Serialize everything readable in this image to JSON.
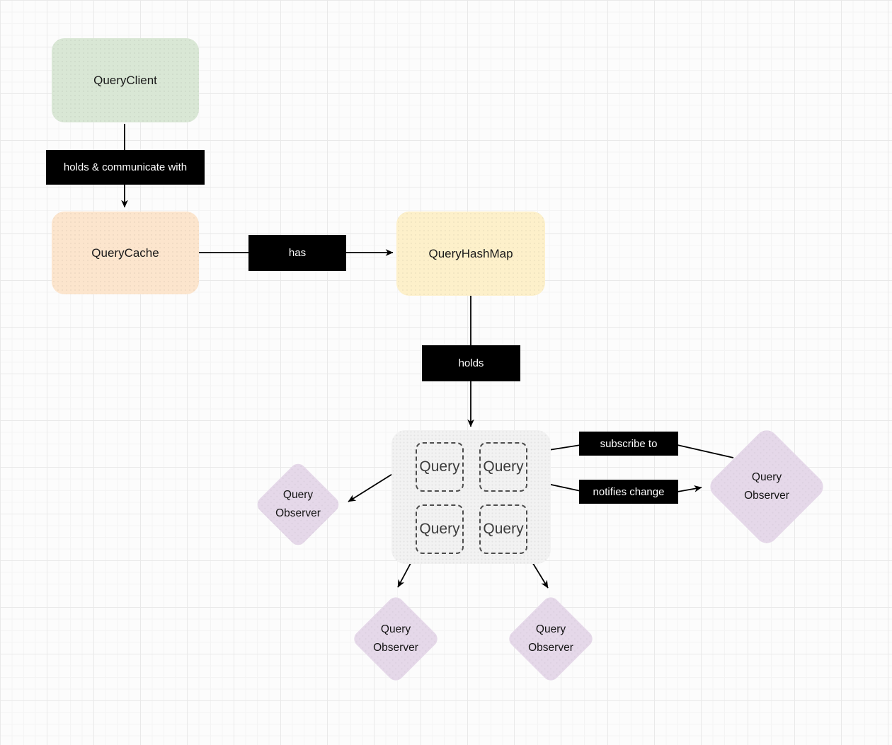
{
  "diagram": {
    "nodes": {
      "query_client": "QueryClient",
      "query_cache": "QueryCache",
      "query_hashmap": "QueryHashMap"
    },
    "edge_labels": {
      "holds_communicate": "holds & communicate with",
      "has": "has",
      "holds": "holds",
      "subscribe_to": "subscribe to",
      "notifies_change": "notifies change"
    },
    "queries": [
      "Query",
      "Query",
      "Query",
      "Query"
    ],
    "observers": [
      {
        "line1": "Query",
        "line2": "Observer"
      },
      {
        "line1": "Query",
        "line2": "Observer"
      },
      {
        "line1": "Query",
        "line2": "Observer"
      },
      {
        "line1": "Query",
        "line2": "Observer"
      }
    ],
    "colors": {
      "client_fill": "#d9e7d5",
      "cache_fill": "#fce5cd",
      "hashmap_fill": "#fdf0ca",
      "observer_fill": "#e5d8e9",
      "container_fill": "#f2f2f2",
      "label_bg": "#000000",
      "label_text": "#ffffff",
      "arrow": "#000000"
    }
  }
}
